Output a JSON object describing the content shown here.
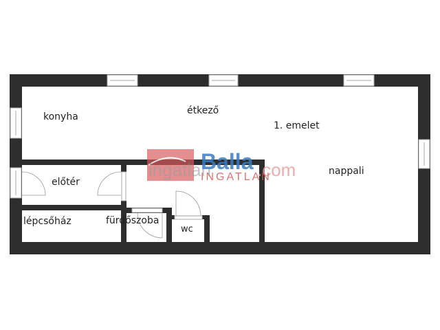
{
  "rooms": {
    "konyha": "konyha",
    "etkezo": "étkező",
    "floor": "1. emelet",
    "nappali": "nappali",
    "eloter": "előtér",
    "lepcsohaz": "lépcsőház",
    "furdoszoba": "fürdőszoba",
    "wc": "wc"
  },
  "watermark": {
    "left": "ingatlan",
    "brand": "Balla",
    "right": ".com",
    "sub": "INGATLAN"
  },
  "colors": {
    "wall": "#2d2d2d",
    "logo_red": "#d9595b",
    "logo_blue": "#3b7cc4"
  }
}
